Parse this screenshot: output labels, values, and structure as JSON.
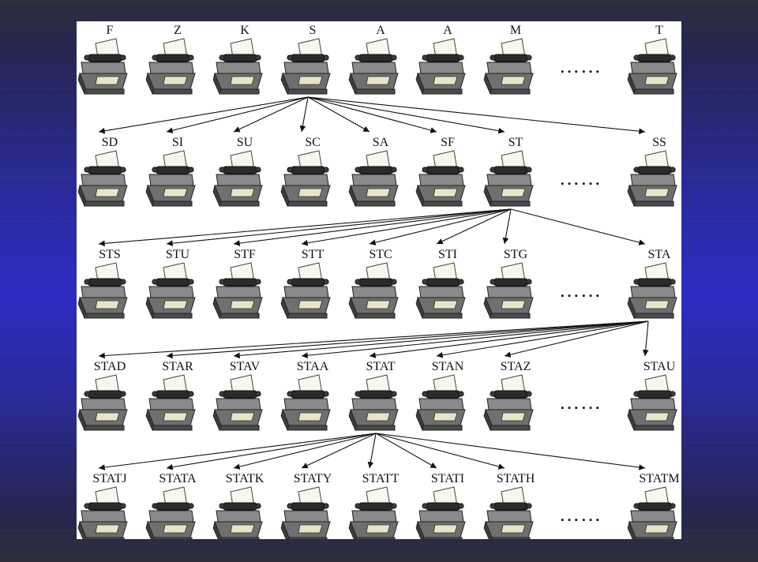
{
  "rows": [
    {
      "labels": [
        "F",
        "Z",
        "K",
        "S",
        "A",
        "A",
        "M"
      ],
      "last": "T",
      "ellipsis": "……"
    },
    {
      "labels": [
        "SD",
        "SI",
        "SU",
        "SC",
        "SA",
        "SF",
        "ST"
      ],
      "last": "SS",
      "ellipsis": "……"
    },
    {
      "labels": [
        "STS",
        "STU",
        "STF",
        "STT",
        "STC",
        "STI",
        "STG"
      ],
      "last": "STA",
      "ellipsis": "……"
    },
    {
      "labels": [
        "STAD",
        "STAR",
        "STAV",
        "STAA",
        "STAT",
        "STAN",
        "STAZ"
      ],
      "last": "STAU",
      "ellipsis": "……"
    },
    {
      "labels": [
        "STATJ",
        "STATA",
        "STATK",
        "STATY",
        "STATT",
        "STATI",
        "STATH"
      ],
      "last": "STATM",
      "ellipsis": "……"
    }
  ],
  "expanded": [
    {
      "from_row": 0,
      "from_col": 3
    },
    {
      "from_row": 1,
      "from_col": 6
    },
    {
      "from_row": 2,
      "from_col": 7
    },
    {
      "from_row": 3,
      "from_col": 4
    }
  ],
  "icon": "typewriter-icon"
}
